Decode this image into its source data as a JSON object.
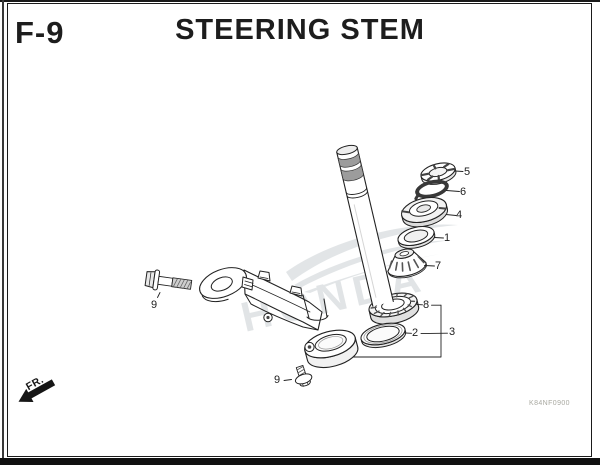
{
  "page": {
    "section_code": "F-9",
    "title": "STEERING STEM",
    "footer_code": "K84NF0900",
    "ink_color": "#1d1d1d",
    "paper_color": "#ffffff"
  },
  "diagram": {
    "watermark_text": "HONDA",
    "watermark_color": "#c5cbcf",
    "direction_label": "FR.",
    "callouts": [
      {
        "label": "5"
      },
      {
        "label": "6"
      },
      {
        "label": "4"
      },
      {
        "label": "1"
      },
      {
        "label": "7"
      },
      {
        "label": "8"
      },
      {
        "label": "2"
      },
      {
        "label": "3"
      },
      {
        "label": "9"
      },
      {
        "label": "9"
      }
    ]
  }
}
